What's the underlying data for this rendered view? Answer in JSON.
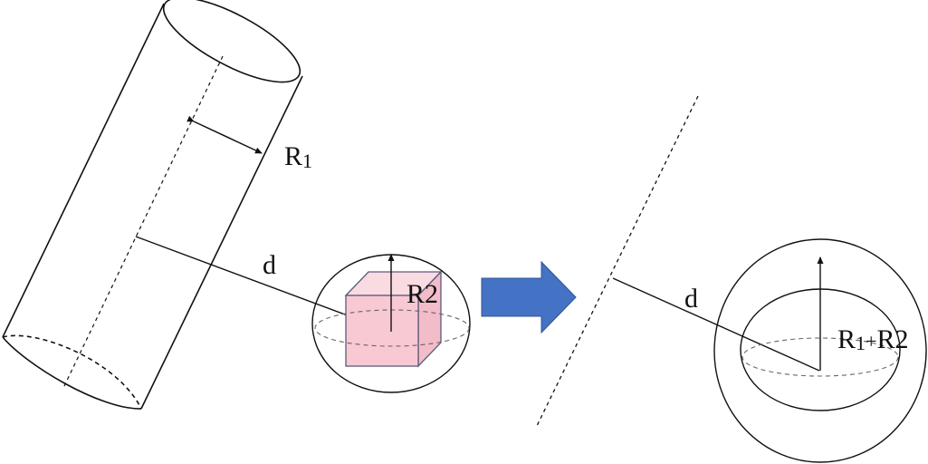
{
  "left_figure": {
    "label_radius_1": "R",
    "label_radius_1_sub": "1",
    "label_distance": "d",
    "label_radius_2": "R2"
  },
  "right_figure": {
    "label_distance": "d",
    "label_sum_a": "R",
    "label_sum_a_sub": "1",
    "label_sum_plus": "+",
    "label_sum_b": "R2"
  },
  "colors": {
    "stroke": "#111111",
    "arrow_fill": "#4472c4",
    "arrow_stroke": "#2f5597",
    "cube_fill": "#f8c9d3",
    "cube_stroke": "#5b5b7b"
  }
}
